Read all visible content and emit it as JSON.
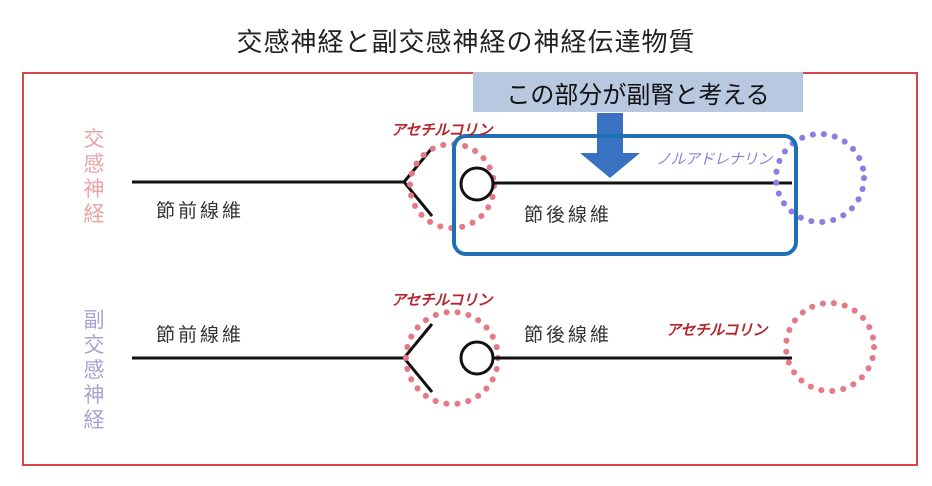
{
  "title": "交感神経と副交感神経の神経伝達物質",
  "callout": "この部分が副腎と考える",
  "labels": {
    "sympathetic": "交感神経",
    "parasympathetic": "副交感神経",
    "preganglionic": "節前線維",
    "postganglionic": "節後線維",
    "acetylcholine": "アセチルコリン",
    "noradrenaline": "ノルアドレナリン"
  },
  "colors": {
    "frame": "#d8444c",
    "highlight_box": "#1f6fb6",
    "arrow": "#3a72c2",
    "callout_bg": "#b8c8e0",
    "acetylcholine_dots": "#e47a86",
    "noradrenaline_dots": "#8a7ee0"
  }
}
